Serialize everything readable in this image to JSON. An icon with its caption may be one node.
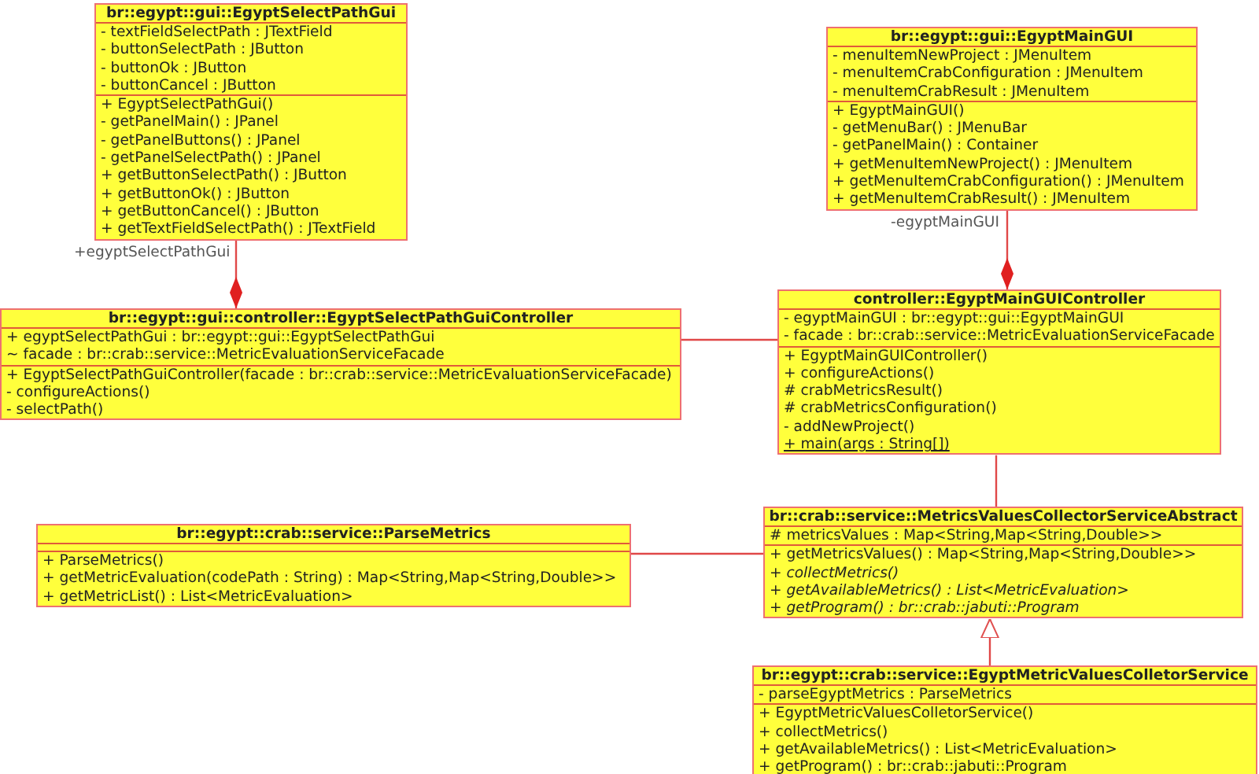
{
  "diagram": {
    "nodes": [
      {
        "text": [
          "br::egypt::gui::EgyptSelectPathGui",
          "- textFieldSelectPath : JTextField",
          "- buttonSelectPath : JButton",
          "- buttonOk : JButton",
          "- buttonCancel : JButton",
          "+ EgyptSelectPathGui()",
          "- getPanelMain() : JPanel",
          "- getPanelButtons() : JPanel",
          "- getPanelSelectPath() : JPanel",
          "+ getButtonSelectPath() : JButton",
          "+ getButtonOk() : JButton",
          "+ getButtonCancel() : JButton",
          "+ getTextFieldSelectPath() : JTextField"
        ]
      },
      {
        "text": [
          "br::egypt::gui::EgyptMainGUI",
          "- menuItemNewProject : JMenuItem",
          "- menuItemCrabConfiguration : JMenuItem",
          "- menuItemCrabResult : JMenuItem",
          "+ EgyptMainGUI()",
          "- getMenuBar() : JMenuBar",
          "- getPanelMain() : Container",
          "+ getMenuItemNewProject() : JMenuItem",
          "+ getMenuItemCrabConfiguration() : JMenuItem",
          "+ getMenuItemCrabResult() : JMenuItem"
        ]
      },
      {
        "text": [
          "br::egypt::gui::controller::EgyptSelectPathGuiController",
          "+ egyptSelectPathGui : br::egypt::gui::EgyptSelectPathGui",
          "~ facade : br::crab::service::MetricEvaluationServiceFacade",
          "+ EgyptSelectPathGuiController(facade : br::crab::service::MetricEvaluationServiceFacade)",
          "- configureActions()",
          "- selectPath()"
        ]
      },
      {
        "text": [
          "controller::EgyptMainGUIController",
          "- egyptMainGUI : br::egypt::gui::EgyptMainGUI",
          "- facade : br::crab::service::MetricEvaluationServiceFacade",
          "+ EgyptMainGUIController()",
          "+ configureActions()",
          "# crabMetricsResult()",
          "# crabMetricsConfiguration()",
          "- addNewProject()",
          "+ main(args : String[])"
        ]
      },
      {
        "text": [
          "br::egypt::crab::service::ParseMetrics",
          "+ ParseMetrics()",
          "+ getMetricEvaluation(codePath : String) : Map<String,Map<String,Double>>",
          "+ getMetricList() : List<MetricEvaluation>"
        ]
      },
      {
        "text": [
          "br::crab::service::MetricsValuesCollectorServiceAbstract",
          "# metricsValues : Map<String,Map<String,Double>>",
          "+ getMetricsValues() : Map<String,Map<String,Double>>",
          "+ collectMetrics()",
          "+ getAvailableMetrics() : List<MetricEvaluation>",
          "+ getProgram() : br::crab::jabuti::Program"
        ]
      },
      {
        "text": [
          "br::egypt::crab::service::EgyptMetricValuesColletorService",
          "- parseEgyptMetrics : ParseMetrics",
          "+ EgyptMetricValuesColletorService()",
          "+ collectMetrics()",
          "+ getAvailableMetrics() : List<MetricEvaluation>",
          "+ getProgram() : br::crab::jabuti::Program"
        ]
      }
    ],
    "edges": [
      {
        "from": 0,
        "to": 2,
        "arrow": "other",
        "label": "+egyptSelectPathGui"
      },
      {
        "from": 1,
        "to": 3,
        "arrow": "other",
        "label": "-egyptMainGUI"
      },
      {
        "from": 2,
        "to": 3,
        "arrow": "none"
      },
      {
        "from": 3,
        "to": 5,
        "arrow": "none"
      },
      {
        "from": 4,
        "to": 5,
        "arrow": "none"
      },
      {
        "from": 6,
        "to": 5,
        "arrow": "to"
      }
    ]
  }
}
